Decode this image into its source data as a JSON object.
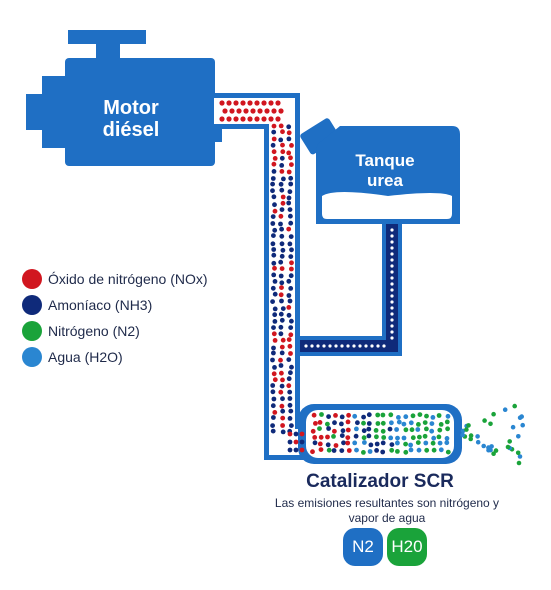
{
  "colors": {
    "blue": "#1f6fc4",
    "navy": "#0f2a7a",
    "red": "#d1161f",
    "green": "#1aa33a",
    "light_blue": "#2a86d1",
    "white": "#ffffff"
  },
  "engine": {
    "line1": "Motor",
    "line2": "diésel"
  },
  "tank": {
    "line1": "Tanque",
    "line2": "urea"
  },
  "legend": [
    {
      "label": "Óxido de nitrógeno (NOx)",
      "color": "#d1161f"
    },
    {
      "label": "Amoníaco (NH3)",
      "color": "#0f2a7a"
    },
    {
      "label": "Nitrógeno (N2)",
      "color": "#1aa33a"
    },
    {
      "label": "Agua (H2O)",
      "color": "#2a86d1"
    }
  ],
  "catalyst": {
    "title": "Catalizador SCR",
    "subtitle_line1": "Las emisiones resultantes son nitrógeno y",
    "subtitle_line2": "vapor de agua"
  },
  "badges": [
    {
      "label": "N2",
      "color": "#1f6fc4"
    },
    {
      "label": "H20",
      "color": "#1aa33a"
    }
  ]
}
